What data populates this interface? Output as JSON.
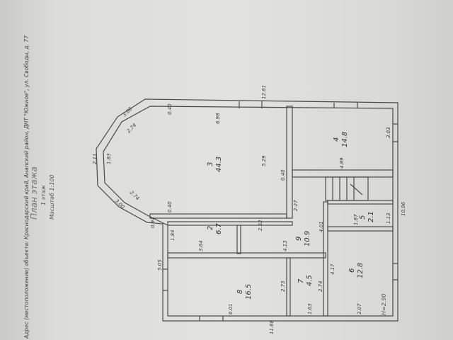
{
  "address": "Адрес (местоположение) объекта: Краснодарский край, Анапский район, ДНТ \"Южное\", ул. Свободы, д. 77",
  "title": "План этажа",
  "floor": "1 этаж",
  "scale": "Масштаб 1:100",
  "height_note": "H=2.90",
  "rooms": [
    {
      "num": "2",
      "area": "6.7"
    },
    {
      "num": "3",
      "area": "44.3"
    },
    {
      "num": "4",
      "area": "14.8"
    },
    {
      "num": "5",
      "area": "2.1"
    },
    {
      "num": "6",
      "area": "12.8"
    },
    {
      "num": "7",
      "area": "4.5"
    },
    {
      "num": "8",
      "area": "16.5"
    },
    {
      "num": "9",
      "area": "10.9"
    }
  ],
  "dims": {
    "top_total": "12.61",
    "bottom_total": "11.68",
    "right_total": "10.96",
    "left_lower": "5.05",
    "r3_width": "6.98",
    "r3_length": "5.29",
    "r3_wall_top": "0.40",
    "r3_wall_bottom": "0.40",
    "r3_wall_east": "0.40",
    "bay_a_out": "3.00",
    "bay_a_in": "2.74",
    "bay_mid_out": "2.11",
    "bay_mid_in": "1.83",
    "bay_b_in": "2.74",
    "bay_b_out": "3.00",
    "corner": "0.94",
    "r4_width": "4.89",
    "r4_length": "3.03",
    "r9_len": "2.27",
    "r2_w": "2.52",
    "r2_l": "1.84",
    "r2_bottom": "3.64",
    "r9_bottom": "4.13",
    "r9_side": "4.01",
    "r5_w": "1.87",
    "r5_l": "1.13",
    "r6_l": "4.17",
    "r6_w": "3.07",
    "r8_w": "6.01",
    "r8_l": "2.73",
    "r7_l": "2.74",
    "r7_w": "1.63"
  }
}
